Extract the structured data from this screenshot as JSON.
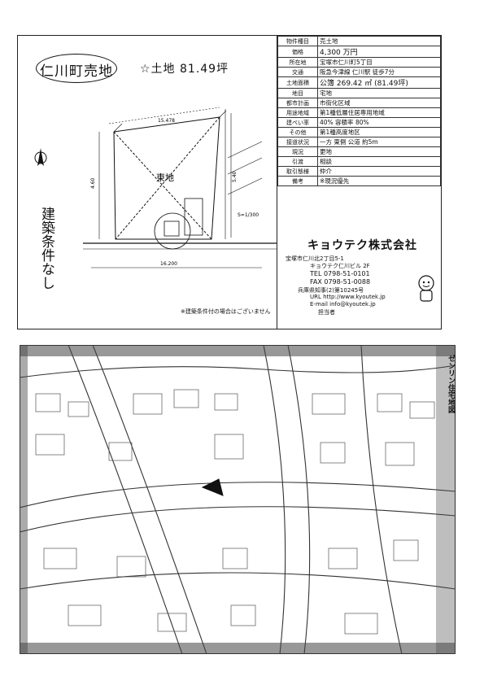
{
  "header": {
    "title": "仁川町売地",
    "headline": "☆土地 81.49坪"
  },
  "plot": {
    "label_main": "東地",
    "vertical_note": "建築条件なし",
    "dim_top": "15.478",
    "dim_bottom": "16.200",
    "dim_left": "4.60",
    "dim_right_1": "5.40",
    "note_right": "S=1/300",
    "legend": "※建築条件付の場合はございません"
  },
  "table": [
    {
      "key": "物件種目",
      "value": "売土地"
    },
    {
      "key": "価格",
      "value": "4,300 万円"
    },
    {
      "key": "所在地",
      "value": "宝塚市仁川町5丁目"
    },
    {
      "key": "交通",
      "value": "阪急今津線 仁川駅 徒歩7分"
    },
    {
      "key": "土地面積",
      "value": "公簿 269.42 ㎡ (81.49坪)"
    },
    {
      "key": "地目",
      "value": "宅地"
    },
    {
      "key": "都市計画",
      "value": "市街化区域"
    },
    {
      "key": "用途地域",
      "value": "第1種低層住居専用地域"
    },
    {
      "key": "建ぺい率",
      "value": "40%   容積率 80%"
    },
    {
      "key": "その他",
      "value": "第1種高度地区"
    },
    {
      "key": "接道状況",
      "value": "一方 東側 公道 約5m"
    },
    {
      "key": "現況",
      "value": "更地"
    },
    {
      "key": "引渡",
      "value": "相談"
    },
    {
      "key": "取引態様",
      "value": "仲介"
    },
    {
      "key": "備考",
      "value": "※現況優先"
    }
  ],
  "company": {
    "name": "キョウテク株式会社",
    "address1": "宝塚市仁川北2丁目5-1",
    "address2": "キョウテク仁川ビル 2F",
    "tel": "TEL 0798-51-0101",
    "fax": "FAX 0798-51-0088",
    "license": "兵庫県知事(2)第10245号",
    "url": "URL http://www.kyoutek.jp",
    "email": "E-mail info@kyoutek.jp",
    "staff": "担当者"
  },
  "map": {
    "side_label": "ゼンリン住宅地図"
  }
}
